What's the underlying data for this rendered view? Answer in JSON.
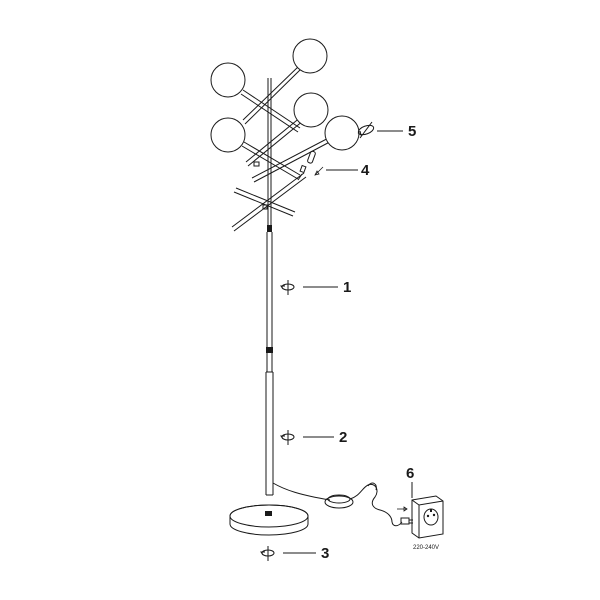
{
  "callouts": [
    {
      "id": "1",
      "label": "1"
    },
    {
      "id": "2",
      "label": "2"
    },
    {
      "id": "3",
      "label": "3"
    },
    {
      "id": "4",
      "label": "4"
    },
    {
      "id": "5",
      "label": "5"
    },
    {
      "id": "6",
      "label": "6"
    }
  ],
  "socket": {
    "voltage": "220-240V"
  },
  "colors": {
    "ink": "#1a1a1a",
    "background": "#ffffff"
  }
}
